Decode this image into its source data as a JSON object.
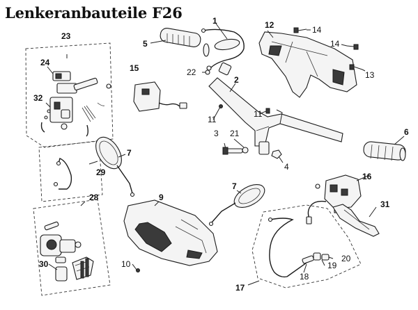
{
  "title": "Lenkeranbauteile F26",
  "callouts": {
    "c1": "1",
    "c2": "2",
    "c3": "3",
    "c4": "4",
    "c5": "5",
    "c6": "6",
    "c7a": "7",
    "c7b": "7",
    "c9": "9",
    "c10": "10",
    "c11a": "11",
    "c11b": "11",
    "c12": "12",
    "c13": "13",
    "c14a": "14",
    "c14b": "14",
    "c15": "15",
    "c16": "16",
    "c17": "17",
    "c18": "18",
    "c19": "19",
    "c20": "20",
    "c21": "21",
    "c22": "22",
    "c23": "23",
    "c24": "24",
    "c28": "28",
    "c29": "29",
    "c30": "30",
    "c31": "31",
    "c32": "32"
  },
  "colors": {
    "line": "#222222",
    "fill": "#f4f4f4",
    "dark": "#3a3a3a",
    "background": "#ffffff"
  }
}
